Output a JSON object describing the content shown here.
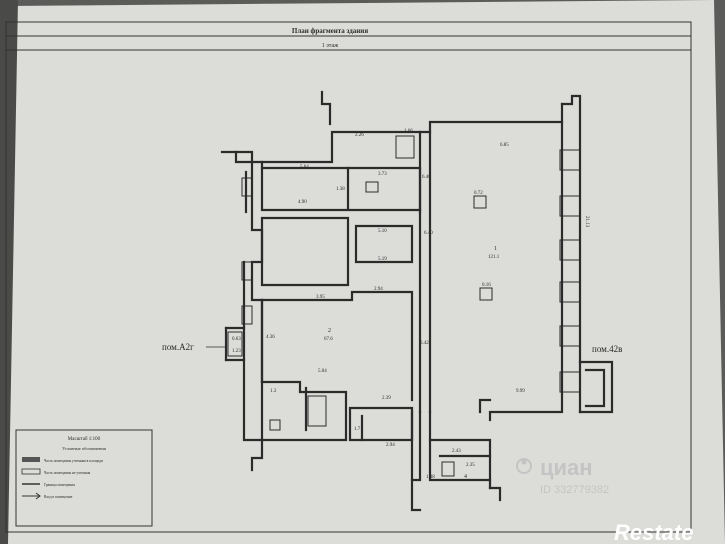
{
  "header": {
    "title": "План фрагмента здания",
    "floor": "1 этаж"
  },
  "labels": {
    "left_room": "пом.A2г",
    "right_room": "пом.42в"
  },
  "dimensions": {
    "d1": "6.85",
    "d2": "2.26",
    "d3": "1.66",
    "d4": "5.64",
    "d5": "4.90",
    "d6": "3.73",
    "d7": "5.10",
    "d8": "5.19",
    "d9": "6.40",
    "d10": "3.95",
    "d11": "2.94",
    "d12": "4.36",
    "d13": "5.04",
    "d14": "2.39",
    "d15": "1.7",
    "d16": "2.94",
    "d17": "2.43",
    "d18": "2.35",
    "d19": "1.08",
    "d20": "9.99",
    "d21": "21.13",
    "d22": "6.40",
    "d23": "0.72",
    "d24": "0.16",
    "d25": "1.38",
    "d26": "6.42",
    "d27": "1.3",
    "d28": "1.23",
    "d29": "0.63"
  },
  "room_numbers": {
    "r_main": "1",
    "r_main_area": "121.1",
    "r_left": "2",
    "r_left_area": "67.6",
    "r_4": "4"
  },
  "legend": {
    "title": "Масштаб 1:100",
    "subtitle": "Условные обозначения",
    "items": [
      "Часть помещения учтенная в площади",
      "Часть помещения не учтенная",
      "Граница помещения",
      "Вход в помещение"
    ]
  },
  "watermark": {
    "brand": "циан",
    "id": "ID 332779382"
  },
  "logo": {
    "text": "Restate"
  },
  "colors": {
    "paper": "#d9d9d6",
    "line": "#2b2b2b",
    "background": "#6a6a68",
    "watermark": "#b8b8b8"
  }
}
